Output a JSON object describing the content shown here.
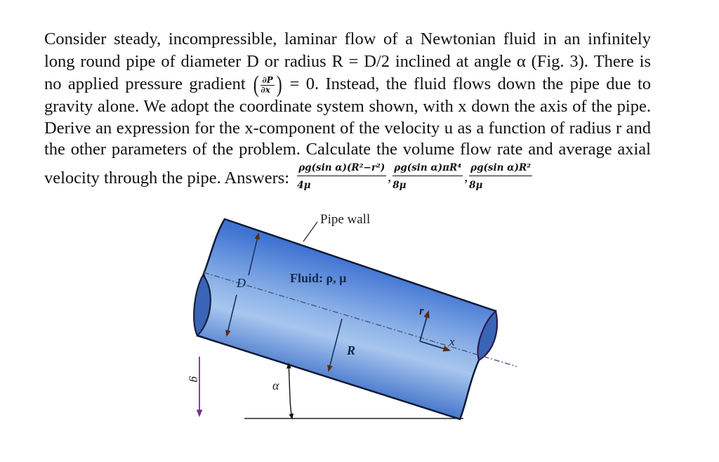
{
  "problem": {
    "lines": [
      "Consider steady, incompressible, laminar flow of a Newtonian fluid in an infinitely",
      "long round pipe of diameter D or radius R = D/2 inclined at angle α (Fig. 3). There is",
      "no applied pressure gradient",
      "= 0. Instead, the fluid flows down the pipe due to",
      "gravity alone. We adopt the coordinate system shown, with x down the axis of the pipe.",
      "Derive an expression for the x-component of the velocity u as a function of radius r and",
      "the other parameters of the problem. Calculate the volume flow rate and average axial",
      "velocity through the pipe. Answers:"
    ],
    "pressure_gradient": {
      "numerator": "∂P",
      "denominator": "∂x"
    },
    "answers": [
      {
        "numerator": "ρg(sin α)(R²−r²)",
        "denominator": "4μ",
        "separator": ","
      },
      {
        "numerator": "ρg(sin α)πR⁴",
        "denominator": "8μ",
        "separator": ","
      },
      {
        "numerator": "ρg(sin α)R²",
        "denominator": "8μ",
        "separator": ""
      }
    ]
  },
  "figure": {
    "labels": {
      "pipe_wall": "Pipe wall",
      "fluid": "Fluid: ρ, μ",
      "diameter": "D",
      "radius": "R",
      "r_axis": "r",
      "x_axis": "x",
      "angle": "α",
      "gravity": "g⃗"
    },
    "colors": {
      "pipe_light": "#a9c8ee",
      "pipe_mid": "#5b8fdc",
      "pipe_dark": "#2f63c4",
      "end_cap": "#3a64b5",
      "outline": "#0d1a33",
      "gravity_arrow": "#7a2d9a"
    }
  }
}
